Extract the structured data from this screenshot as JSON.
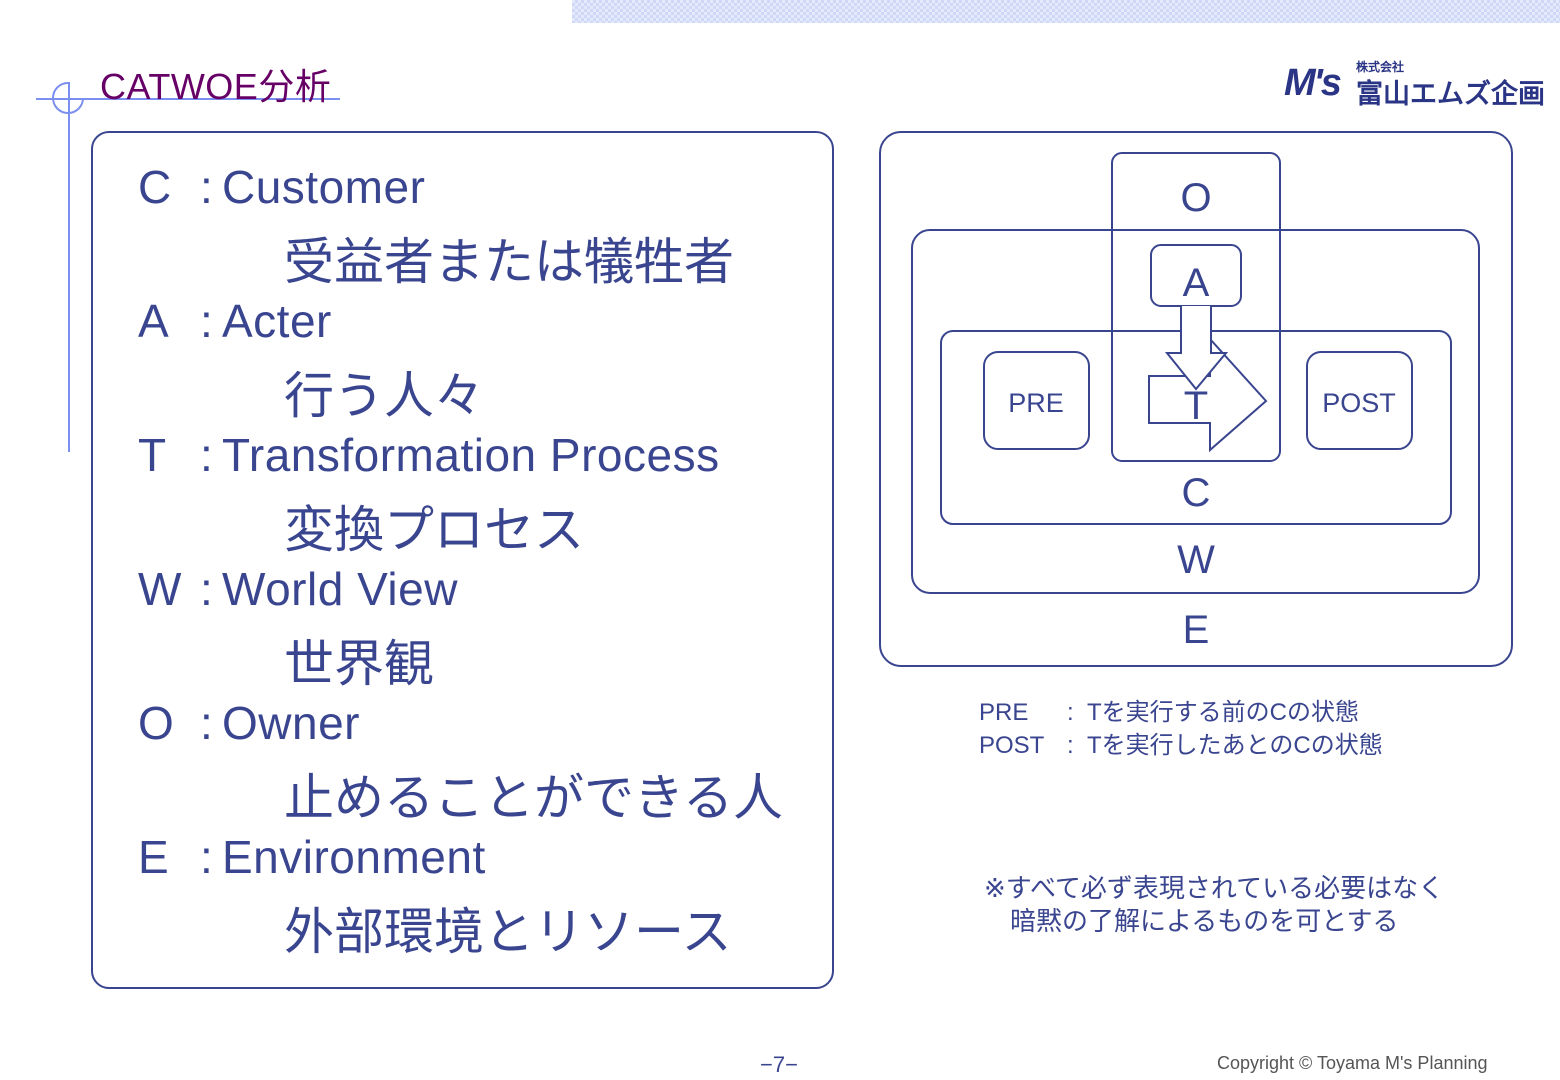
{
  "header": {
    "title": "CATWOE分析",
    "logo": {
      "mark": "M's",
      "small": "株式会社",
      "name": "富山エムズ企画"
    }
  },
  "items": [
    {
      "key": "C",
      "colon": ":",
      "term": "Customer",
      "jp": "受益者または犠牲者"
    },
    {
      "key": "A",
      "colon": ":",
      "term": "Acter",
      "jp": "行う人々"
    },
    {
      "key": "T",
      "colon": ":",
      "term": "Transformation Process",
      "jp": "変換プロセス"
    },
    {
      "key": "W",
      "colon": ":",
      "term": "World View",
      "jp": "世界観"
    },
    {
      "key": "O",
      "colon": ":",
      "term": "Owner",
      "jp": "止めることができる人"
    },
    {
      "key": "E",
      "colon": ":",
      "term": "Environment",
      "jp": "外部環境とリソース"
    }
  ],
  "diagram": {
    "labels": {
      "O": "O",
      "A": "A",
      "T": "T",
      "C": "C",
      "W": "W",
      "E": "E",
      "PRE": "PRE",
      "POST": "POST"
    },
    "stroke_color": "#3a4590"
  },
  "legend": [
    {
      "key": "PRE",
      "colon": ":",
      "value": "Tを実行する前のCの状態"
    },
    {
      "key": "POST",
      "colon": ":",
      "value": "Tを実行したあとのCの状態"
    }
  ],
  "note": {
    "line1": "※すべて必ず表現されている必要はなく",
    "line2": "暗黙の了解によるものを可とする"
  },
  "footer": {
    "page": "−7−",
    "copyright": "Copyright © Toyama  M's Planning"
  }
}
